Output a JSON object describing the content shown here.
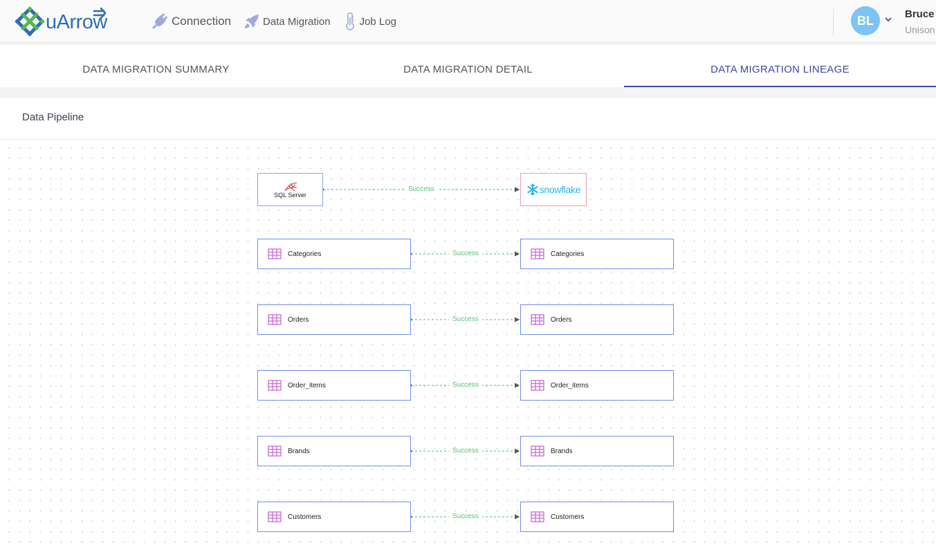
{
  "brand": {
    "name": "uArrow"
  },
  "nav": [
    {
      "label": "Connection",
      "icon": "plug-icon"
    },
    {
      "label": "Data Migration",
      "icon": "rocket-icon"
    },
    {
      "label": "Job Log",
      "icon": "thermometer-icon"
    }
  ],
  "user": {
    "initials": "BL",
    "name": "Bruce",
    "org": "Unison"
  },
  "tabs": [
    {
      "label": "DATA MIGRATION SUMMARY",
      "active": false
    },
    {
      "label": "DATA MIGRATION DETAIL",
      "active": false
    },
    {
      "label": "DATA MIGRATION LINEAGE",
      "active": true
    }
  ],
  "panel": {
    "title": "Data Pipeline"
  },
  "pipeline": {
    "source": {
      "name": "SQL Server",
      "icon": "sql-server-logo"
    },
    "target": {
      "name": "snowflake",
      "icon": "snowflake-logo"
    },
    "connection_status": "Success",
    "tables": [
      {
        "source": "Categories",
        "target": "Categories",
        "status": "Success"
      },
      {
        "source": "Orders",
        "target": "Orders",
        "status": "Success"
      },
      {
        "source": "Order_items",
        "target": "Order_items",
        "status": "Success"
      },
      {
        "source": "Brands",
        "target": "Brands",
        "status": "Success"
      },
      {
        "source": "Customers",
        "target": "Customers",
        "status": "Success"
      }
    ]
  },
  "colors": {
    "accent": "#3d4aa0",
    "node_border": "#6f8ee8",
    "success": "#57c07a",
    "table_icon": "#c86bd1",
    "avatar": "#7cc4f3"
  }
}
